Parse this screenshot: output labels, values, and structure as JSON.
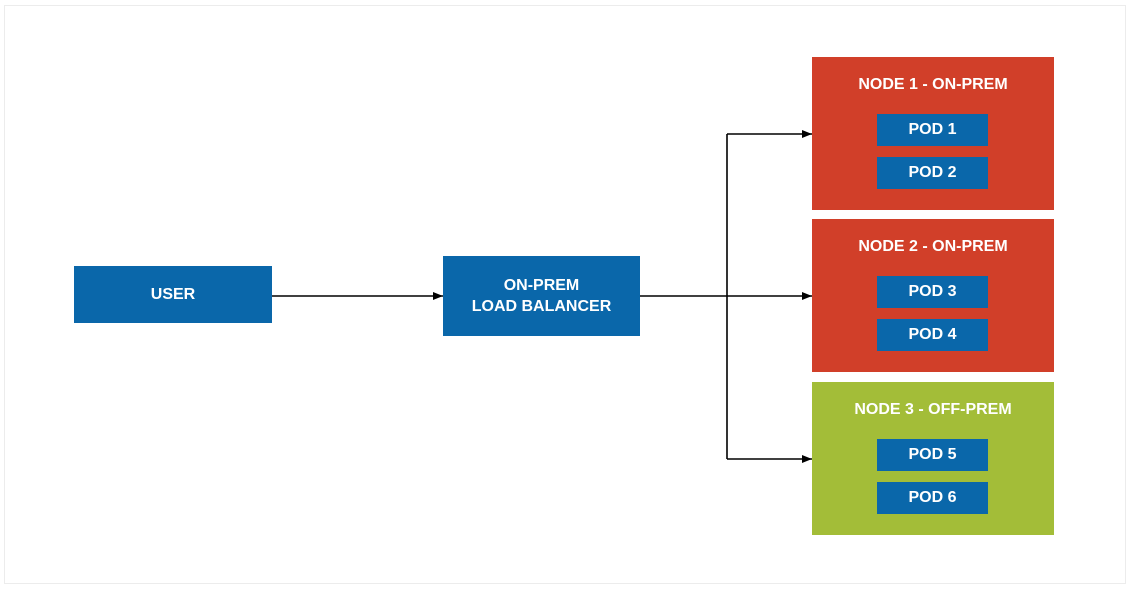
{
  "colors": {
    "box_blue": "#0a67aa",
    "node_on_prem": "#d13f29",
    "node_off_prem": "#a3bd38",
    "connector": "#000000",
    "text": "#ffffff"
  },
  "user": {
    "label": "USER"
  },
  "load_balancer": {
    "label": "ON-PREM\nLOAD BALANCER"
  },
  "nodes": [
    {
      "title": "NODE 1 - ON-PREM",
      "color": "#d13f29",
      "pods": [
        "POD 1",
        "POD 2"
      ]
    },
    {
      "title": "NODE 2 - ON-PREM",
      "color": "#d13f29",
      "pods": [
        "POD 3",
        "POD 4"
      ]
    },
    {
      "title": "NODE 3 - OFF-PREM",
      "color": "#a3bd38",
      "pods": [
        "POD 5",
        "POD 6"
      ]
    }
  ]
}
